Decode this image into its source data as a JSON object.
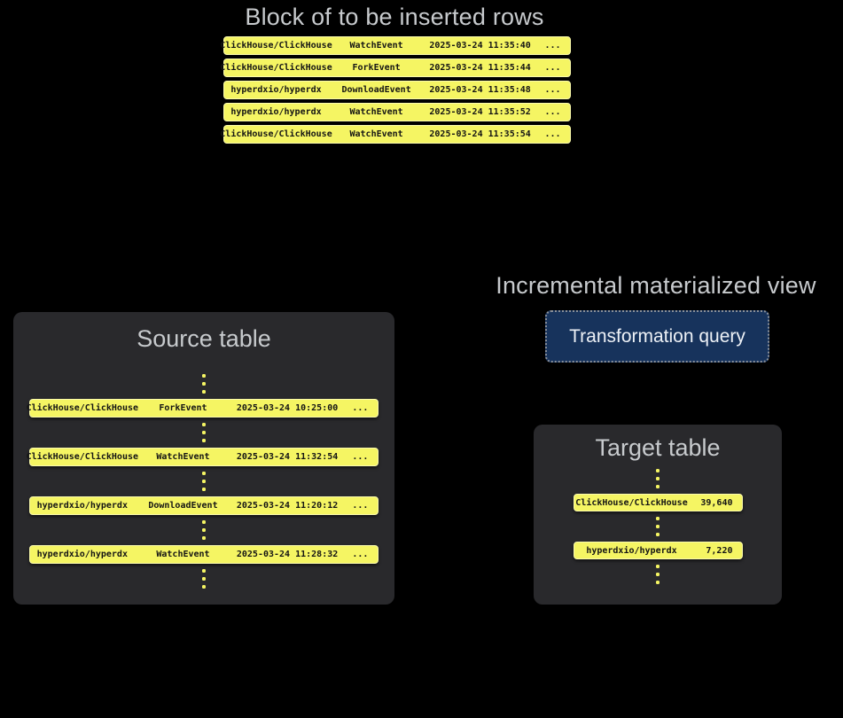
{
  "colors": {
    "background": "#000000",
    "row_yellow": "#F5F563",
    "panel_background": "#29292C",
    "button_background": "#17335C",
    "button_border": "#8A909A",
    "title_text": "#C7CACD",
    "row_text": "#141414",
    "button_text": "#EDF1F6"
  },
  "top_block": {
    "title": "Block of to be inserted rows",
    "rows": [
      {
        "repo": "ClickHouse/ClickHouse",
        "event": "WatchEvent",
        "timestamp": "2025-03-24 11:35:40",
        "more": "..."
      },
      {
        "repo": "ClickHouse/ClickHouse",
        "event": "ForkEvent",
        "timestamp": "2025-03-24 11:35:44",
        "more": "..."
      },
      {
        "repo": "hyperdxio/hyperdx",
        "event": "DownloadEvent",
        "timestamp": "2025-03-24 11:35:48",
        "more": "..."
      },
      {
        "repo": "hyperdxio/hyperdx",
        "event": "WatchEvent",
        "timestamp": "2025-03-24 11:35:52",
        "more": "..."
      },
      {
        "repo": "ClickHouse/ClickHouse",
        "event": "WatchEvent",
        "timestamp": "2025-03-24 11:35:54",
        "more": "..."
      }
    ]
  },
  "source_table": {
    "title": "Source table",
    "rows": [
      {
        "repo": "ClickHouse/ClickHouse",
        "event": "ForkEvent",
        "timestamp": "2025-03-24 10:25:00",
        "more": "..."
      },
      {
        "repo": "ClickHouse/ClickHouse",
        "event": "WatchEvent",
        "timestamp": "2025-03-24 11:32:54",
        "more": "..."
      },
      {
        "repo": "hyperdxio/hyperdx",
        "event": "DownloadEvent",
        "timestamp": "2025-03-24 11:20:12",
        "more": "..."
      },
      {
        "repo": "hyperdxio/hyperdx",
        "event": "WatchEvent",
        "timestamp": "2025-03-24 11:28:32",
        "more": "..."
      }
    ]
  },
  "materialized_view": {
    "title": "Incremental materialized view",
    "button_label": "Transformation query"
  },
  "target_table": {
    "title": "Target table",
    "rows": [
      {
        "repo": "ClickHouse/ClickHouse",
        "count": "39,640"
      },
      {
        "repo": "hyperdxio/hyperdx",
        "count": "7,220"
      }
    ]
  }
}
